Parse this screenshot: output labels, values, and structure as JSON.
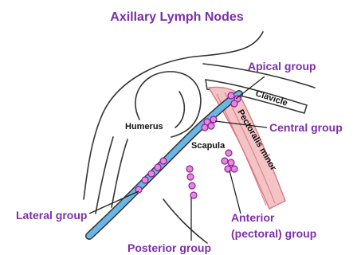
{
  "title": "Axillary Lymph Nodes",
  "structures": {
    "humerus": "Humerus",
    "scapula": "Scapula",
    "clavicle": "Clavicle",
    "pectoralis_minor": "Pectoralis minor"
  },
  "groups": {
    "apical": "Apical group",
    "central": "Central group",
    "lateral": "Lateral group",
    "anterior_line1": "Anterior",
    "anterior_line2": "(pectoral) group",
    "posterior": "Posterior group"
  },
  "colors": {
    "label_purple": "#7b2fa8",
    "node_fill": "#e58ad8",
    "node_stroke": "#8a1fa0",
    "vessel_blue": "#6ab6e6",
    "muscle_pink": "#f3c3c6",
    "muscle_stroke": "#d9787f"
  }
}
